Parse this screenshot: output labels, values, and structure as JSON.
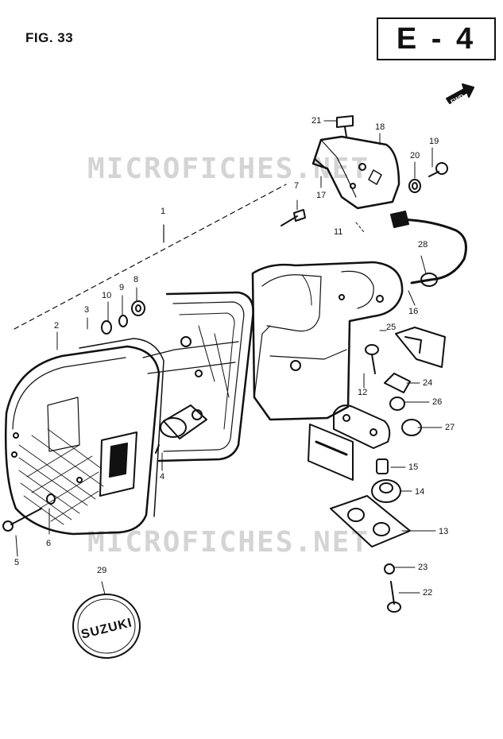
{
  "figure": {
    "title": "FIG. 33",
    "sheet": "E - 4",
    "fwd_label": "FWD"
  },
  "watermarks": [
    "MICROFICHES.NET",
    "MICROFICHES.NET"
  ],
  "emblem_text": "SUZUKI",
  "callouts": [
    {
      "id": "1",
      "label": "1"
    },
    {
      "id": "2",
      "label": "2"
    },
    {
      "id": "3",
      "label": "3"
    },
    {
      "id": "4",
      "label": "4"
    },
    {
      "id": "5",
      "label": "5"
    },
    {
      "id": "6",
      "label": "6"
    },
    {
      "id": "7",
      "label": "7"
    },
    {
      "id": "8",
      "label": "8"
    },
    {
      "id": "9",
      "label": "9"
    },
    {
      "id": "10",
      "label": "10"
    },
    {
      "id": "11",
      "label": "11"
    },
    {
      "id": "12",
      "label": "12"
    },
    {
      "id": "13",
      "label": "13"
    },
    {
      "id": "14",
      "label": "14"
    },
    {
      "id": "15",
      "label": "15"
    },
    {
      "id": "16",
      "label": "16"
    },
    {
      "id": "17",
      "label": "17"
    },
    {
      "id": "18",
      "label": "18"
    },
    {
      "id": "19",
      "label": "19"
    },
    {
      "id": "20",
      "label": "20"
    },
    {
      "id": "21",
      "label": "21"
    },
    {
      "id": "22",
      "label": "22"
    },
    {
      "id": "23",
      "label": "23"
    },
    {
      "id": "24",
      "label": "24"
    },
    {
      "id": "25",
      "label": "25"
    },
    {
      "id": "26",
      "label": "26"
    },
    {
      "id": "27",
      "label": "27"
    },
    {
      "id": "28",
      "label": "28"
    },
    {
      "id": "29",
      "label": "29"
    }
  ]
}
